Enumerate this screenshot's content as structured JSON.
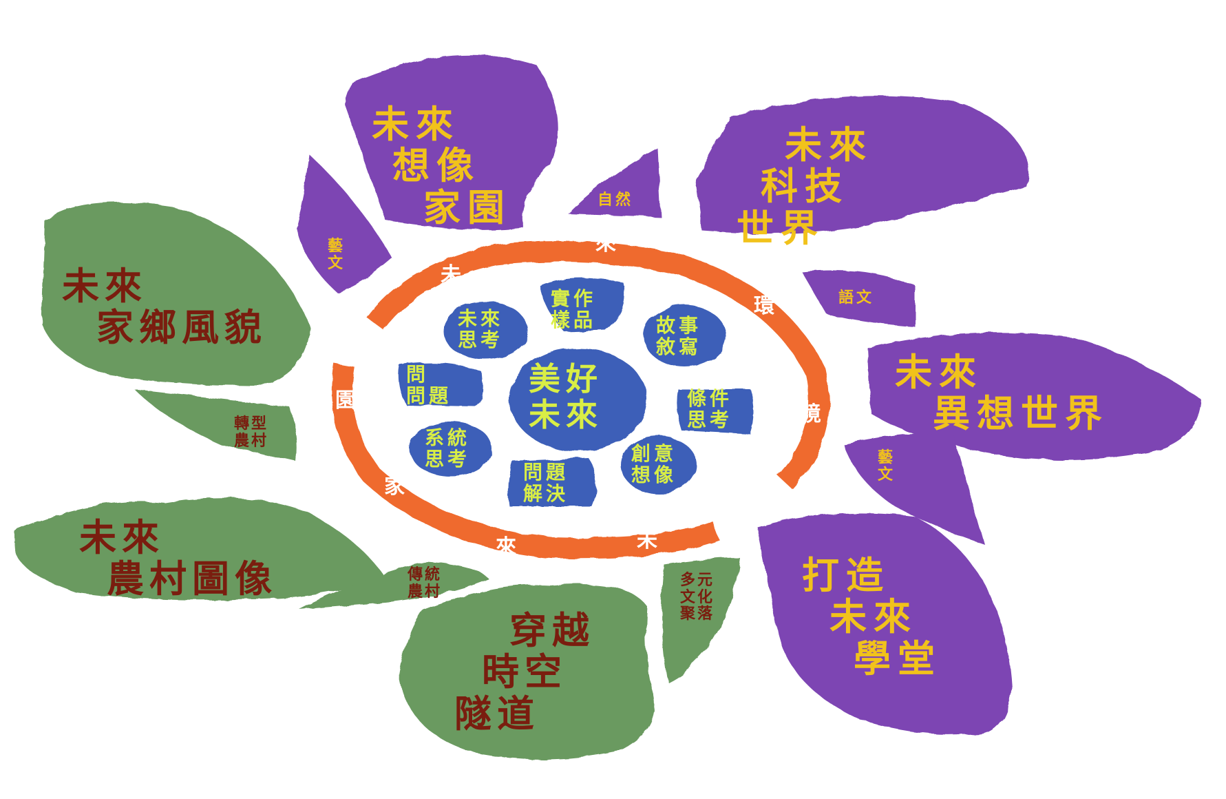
{
  "colors": {
    "purple": "#7d45b3",
    "green": "#6a9a60",
    "orange": "#ef6a2e",
    "blue": "#3d5fb8",
    "gold_text": "#f1c21b",
    "brown_text": "#7a1d0f",
    "lime_text": "#d9ee45"
  },
  "center": [
    "美好",
    "未來"
  ],
  "inner_nodes": [
    {
      "line1": "實作",
      "line2": "樣品"
    },
    {
      "line1": "故事",
      "line2": "敘寫"
    },
    {
      "line1": "條件",
      "line2": "思考"
    },
    {
      "line1": "創意",
      "line2": "想像"
    },
    {
      "line1": "問題",
      "line2": "解決"
    },
    {
      "line1": "系統",
      "line2": "思考"
    },
    {
      "line1": "問",
      "line2": "問題"
    },
    {
      "line1": "未來",
      "line2": "思考"
    }
  ],
  "ring_chars": {
    "upper": [
      "未",
      "來",
      "環",
      "境"
    ],
    "lower": [
      "未",
      "來",
      "家",
      "園"
    ]
  },
  "purple_petals": {
    "imagine_home": [
      "未來",
      "想像",
      "家園"
    ],
    "tech_world": [
      "未來",
      "科技",
      "世界"
    ],
    "fantasy_world": [
      "未來",
      "異想世界"
    ],
    "school": [
      "打造",
      "未來",
      "學堂"
    ],
    "art_1": [
      "藝",
      "文"
    ],
    "nature": [
      "自然"
    ],
    "language": [
      "語文"
    ],
    "art_2": [
      "藝",
      "文"
    ]
  },
  "green_petals": {
    "hometown": [
      "未來",
      "家鄉風貌"
    ],
    "farm_image": [
      "未來",
      "農村圖像"
    ],
    "time_tunnel": [
      "穿越",
      "時空",
      "隧道"
    ],
    "transform_village": [
      "轉型",
      "農村"
    ],
    "traditional_village": [
      "傳統",
      "農村"
    ],
    "multicultural": [
      "多元",
      "文化",
      "聚落"
    ]
  }
}
